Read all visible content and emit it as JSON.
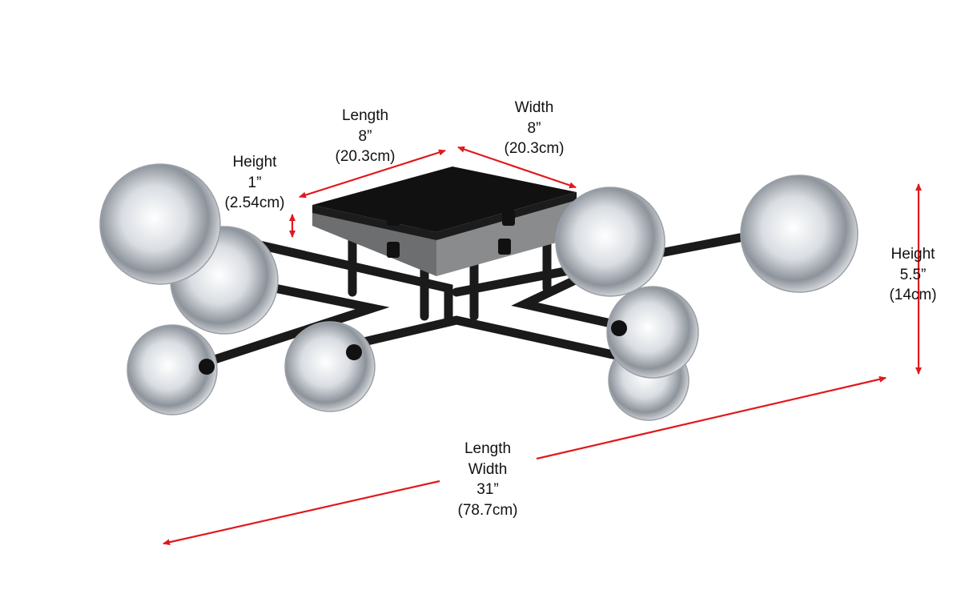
{
  "dimensions": {
    "canopy_length": {
      "label": "Length",
      "inches": "8”",
      "cm": "(20.3cm)"
    },
    "canopy_width": {
      "label": "Width",
      "inches": "8”",
      "cm": "(20.3cm)"
    },
    "canopy_height": {
      "label": "Height",
      "inches": "1”",
      "cm": "(2.54cm)"
    },
    "fixture_height": {
      "label": "Height",
      "inches": "5.5”",
      "cm": "(14cm)"
    },
    "fixture_overall": {
      "label1": "Length",
      "label2": "Width",
      "inches": "31”",
      "cm": "(78.7cm)"
    }
  },
  "colors": {
    "arrow": "#e0191e",
    "metal": "#1a1a1a"
  }
}
